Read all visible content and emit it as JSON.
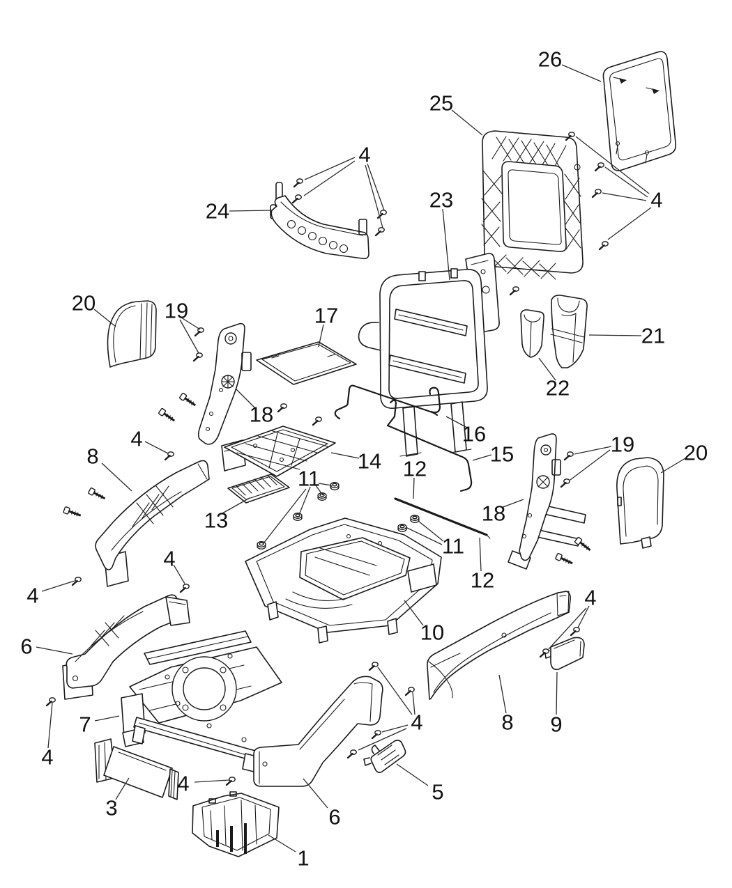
{
  "diagram": {
    "type": "exploded-parts-diagram",
    "subject": "rear seat adjusters, recliners, shields and attaching parts",
    "background": "#ffffff",
    "line_color": "#1a1a1a",
    "label_color": "#111111"
  },
  "icons": {
    "screw": "screw-icon",
    "bolt": "bolt-icon",
    "nut": "nut-icon"
  },
  "callouts": [
    {
      "id": "callout-26",
      "label": "26"
    },
    {
      "id": "callout-25",
      "label": "25"
    },
    {
      "id": "callout-4-top-right",
      "label": "4"
    },
    {
      "id": "callout-23",
      "label": "23"
    },
    {
      "id": "callout-4-top-middle",
      "label": "4"
    },
    {
      "id": "callout-24",
      "label": "24"
    },
    {
      "id": "callout-20-left",
      "label": "20"
    },
    {
      "id": "callout-19-left",
      "label": "19"
    },
    {
      "id": "callout-17",
      "label": "17"
    },
    {
      "id": "callout-18-left",
      "label": "18"
    },
    {
      "id": "callout-21",
      "label": "21"
    },
    {
      "id": "callout-22",
      "label": "22"
    },
    {
      "id": "callout-16",
      "label": "16"
    },
    {
      "id": "callout-15",
      "label": "15"
    },
    {
      "id": "callout-14",
      "label": "14"
    },
    {
      "id": "callout-13",
      "label": "13"
    },
    {
      "id": "callout-11-left",
      "label": "11"
    },
    {
      "id": "callout-12-upper",
      "label": "12"
    },
    {
      "id": "callout-11-right",
      "label": "11"
    },
    {
      "id": "callout-12-lower",
      "label": "12"
    },
    {
      "id": "callout-18-right",
      "label": "18"
    },
    {
      "id": "callout-19-right",
      "label": "19"
    },
    {
      "id": "callout-20-right",
      "label": "20"
    },
    {
      "id": "callout-8-left",
      "label": "8"
    },
    {
      "id": "callout-4-left-upper",
      "label": "4"
    },
    {
      "id": "callout-4-left-middle",
      "label": "4"
    },
    {
      "id": "callout-4-far-left",
      "label": "4"
    },
    {
      "id": "callout-6-left",
      "label": "6"
    },
    {
      "id": "callout-7",
      "label": "7"
    },
    {
      "id": "callout-4-left-bottom",
      "label": "4"
    },
    {
      "id": "callout-3",
      "label": "3"
    },
    {
      "id": "callout-4-bottom-middle",
      "label": "4"
    },
    {
      "id": "callout-1",
      "label": "1"
    },
    {
      "id": "callout-6-middle",
      "label": "6"
    },
    {
      "id": "callout-5",
      "label": "5"
    },
    {
      "id": "callout-4-center-bottom",
      "label": "4"
    },
    {
      "id": "callout-8-right",
      "label": "8"
    },
    {
      "id": "callout-9",
      "label": "9"
    },
    {
      "id": "callout-4-right",
      "label": "4"
    },
    {
      "id": "callout-10",
      "label": "10"
    }
  ]
}
